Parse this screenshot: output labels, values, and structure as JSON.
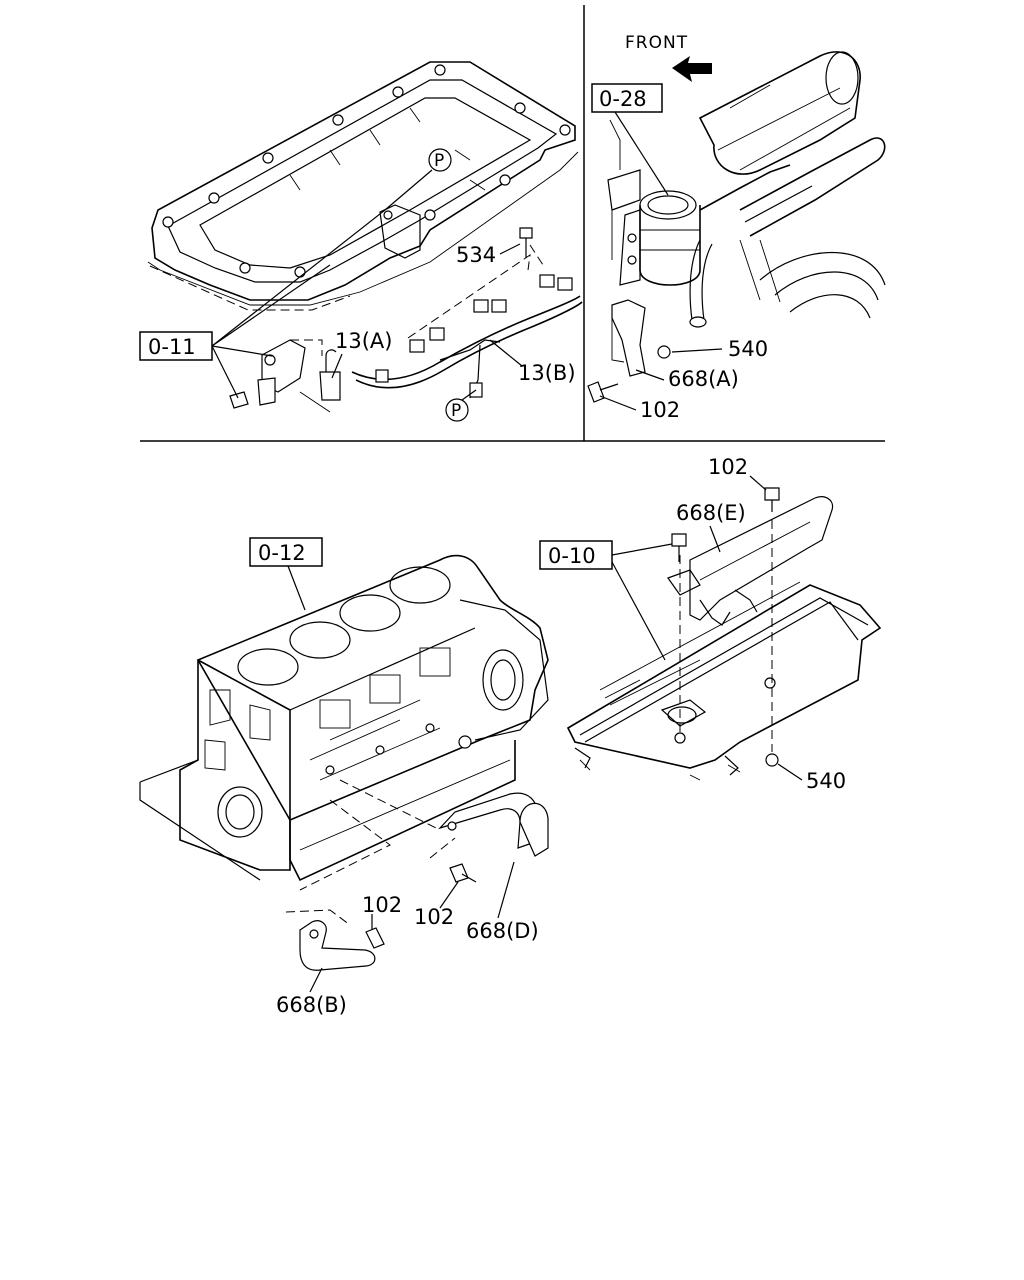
{
  "diagram": {
    "orientation_label": "FRONT",
    "ref_boxes": {
      "o11": "0-11",
      "o28": "0-28",
      "o12": "0-12",
      "o10": "0-10"
    },
    "circle_markers": {
      "p_top": "P",
      "p_bottom": "P"
    },
    "callouts": {
      "c534": "534",
      "c13a": "13(A)",
      "c13b": "13(B)",
      "c540_top": "540",
      "c668a": "668(A)",
      "c102_top": "102",
      "c102_right": "102",
      "c668e": "668(E)",
      "c540_right": "540",
      "c102_bl1": "102",
      "c102_bl2": "102",
      "c668d": "668(D)",
      "c668b": "668(B)"
    }
  }
}
